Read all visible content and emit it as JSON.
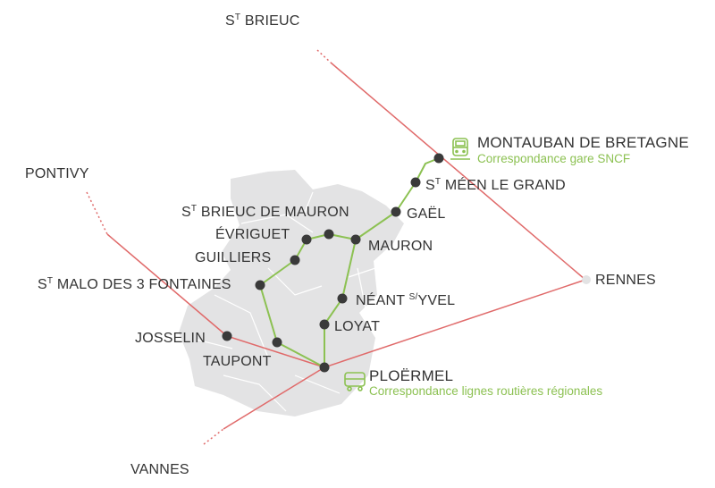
{
  "colors": {
    "line": "#8cc152",
    "rail": "#e06a6a",
    "station": "#3a3a3a",
    "region": "#e3e3e4",
    "label": "#333333",
    "connection": "#8cc152"
  },
  "cities": {
    "st_brieuc": {
      "sup": "T",
      "name": "S",
      "rest": " BRIEUC"
    },
    "pontivy": "PONTIVY",
    "rennes": "RENNES",
    "vannes": "VANNES"
  },
  "stations": {
    "montauban": {
      "name": "MONTAUBAN DE BRETAGNE",
      "note": "Correspondance gare SNCF",
      "icon": "train-icon"
    },
    "st_meen": {
      "prefix": "S",
      "sup": "T",
      "rest": " MÉEN LE GRAND"
    },
    "gael": "GAËL",
    "st_brieuc_mauron": {
      "prefix": "S",
      "sup": "T",
      "rest": " BRIEUC DE MAURON"
    },
    "evriguet": "ÉVRIGUET",
    "mauron": "MAURON",
    "guilliers": "GUILLIERS",
    "st_malo": {
      "prefix": "S",
      "sup": "T",
      "rest": " MALO DES 3 FONTAINES"
    },
    "neant": {
      "prefix": "NÉANT ",
      "sup": "S/",
      "rest": "YVEL"
    },
    "loyat": "LOYAT",
    "josselin": "JOSSELIN",
    "taupont": "TAUPONT",
    "ploermel": {
      "name": "PLOËRMEL",
      "note": "Correspondance lignes routières régionales",
      "icon": "bus-icon"
    }
  }
}
